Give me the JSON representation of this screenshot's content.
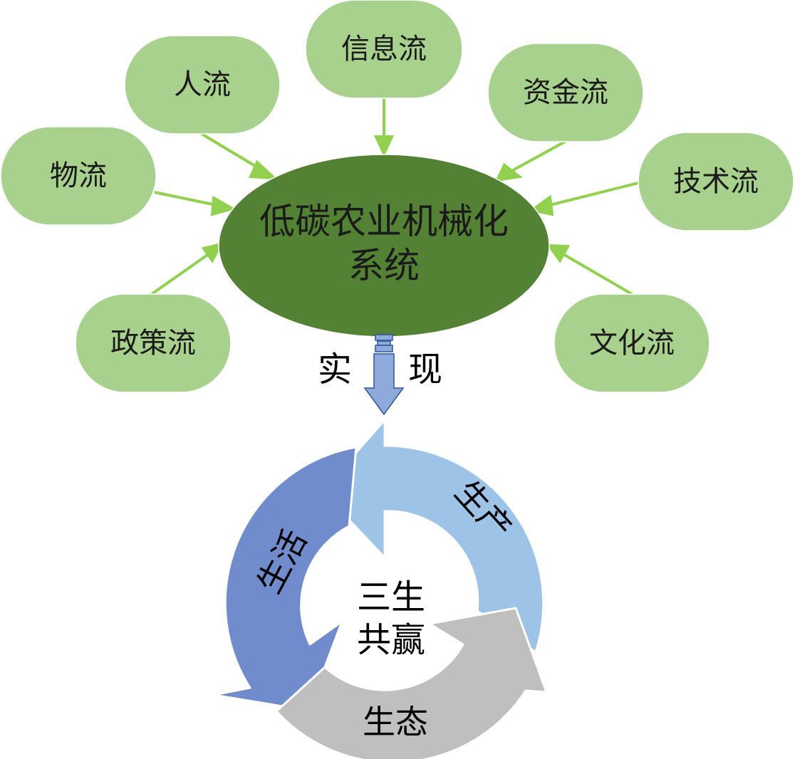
{
  "center": {
    "line1": "低碳农业机械化",
    "line2": "系统"
  },
  "flows": [
    {
      "id": "info",
      "label": "信息流"
    },
    {
      "id": "people",
      "label": "人流"
    },
    {
      "id": "capital",
      "label": "资金流"
    },
    {
      "id": "logistics",
      "label": "物流"
    },
    {
      "id": "technology",
      "label": "技术流"
    },
    {
      "id": "policy",
      "label": "政策流"
    },
    {
      "id": "culture",
      "label": "文化流"
    }
  ],
  "connector": {
    "left_char": "实",
    "right_char": "现"
  },
  "cycle": {
    "production": "生产",
    "life": "生活",
    "ecology": "生态",
    "center_line1": "三生",
    "center_line2": "共赢"
  },
  "colors": {
    "flow_fill": "#a9d18e",
    "flow_arrow": "#92d050",
    "center_fill": "#548235",
    "connector_fill": "#8eaadb",
    "connector_stroke": "#2f5597",
    "production": "#9dc3e6",
    "life": "#718ccc",
    "ecology": "#bfbfbf"
  }
}
